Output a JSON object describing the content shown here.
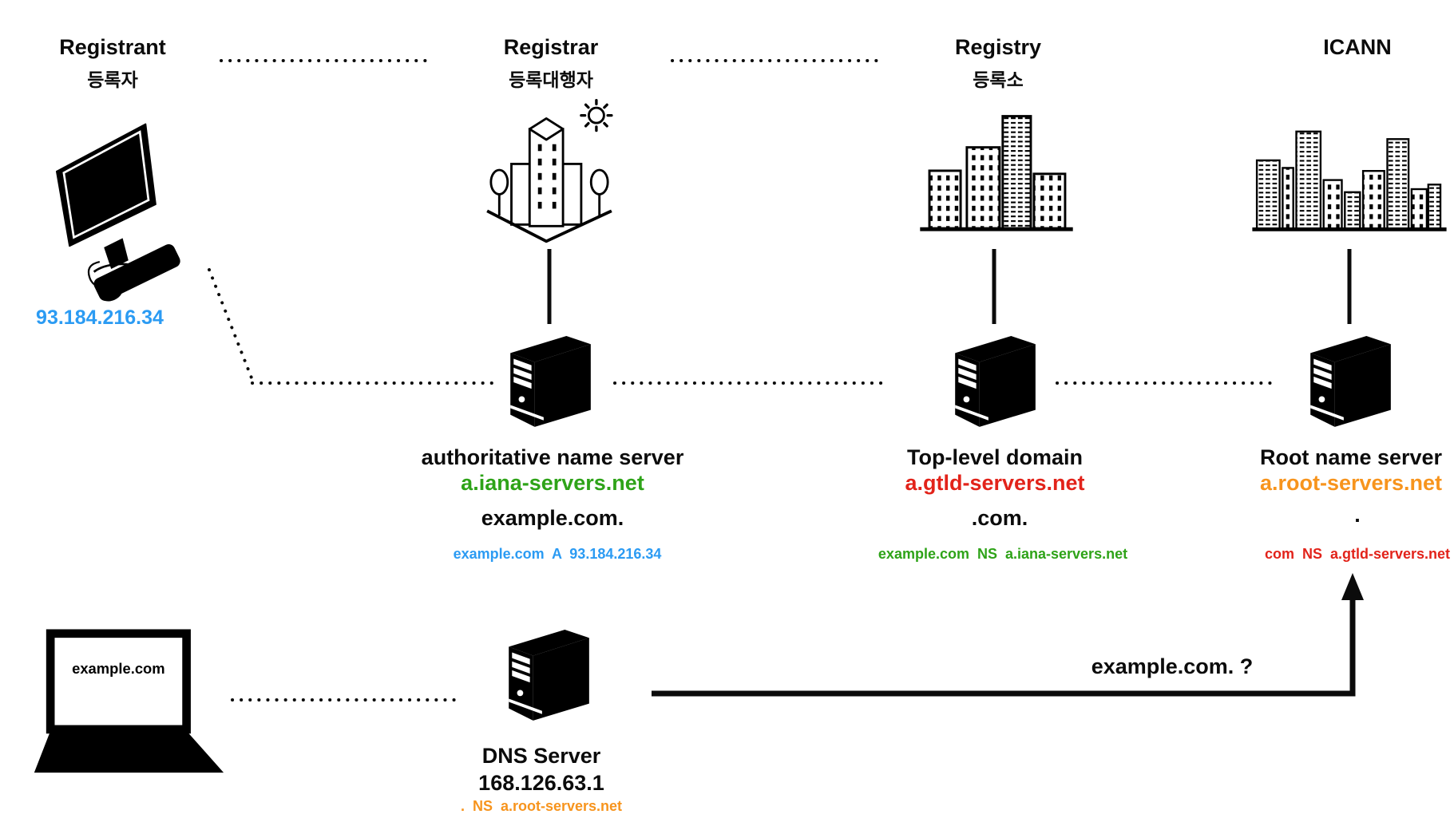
{
  "diagram_title": "Domain registration / DNS resolution diagram",
  "colors": {
    "blue": "#2b9bf3",
    "green": "#2ea318",
    "red": "#e2231a",
    "orange": "#f7941d",
    "ink": "#0b0b0b"
  },
  "columns": {
    "registrant": {
      "title": "Registrant",
      "subtitle": "등록자",
      "ip": "93.184.216.34"
    },
    "registrar": {
      "title": "Registrar",
      "subtitle": "등록대행자",
      "server_role": "authoritative name server",
      "server_host": "a.iana-servers.net",
      "server_zone": "example.com.",
      "record": "example.com  A  93.184.216.34"
    },
    "registry": {
      "title": "Registry",
      "subtitle": "등록소",
      "server_role": "Top-level domain",
      "server_host": "a.gtld-servers.net",
      "server_zone": ".com.",
      "record": "example.com  NS  a.iana-servers.net"
    },
    "icann": {
      "title": "ICANN",
      "server_role": "Root name server",
      "server_host": "a.root-servers.net",
      "server_zone": ".",
      "record": "com  NS  a.gtld-servers.net"
    }
  },
  "bottom": {
    "client_screen": "example.com",
    "dns": {
      "name": "DNS Server",
      "ip": "168.126.63.1",
      "record": ".  NS  a.root-servers.net"
    },
    "query": "example.com. ?"
  },
  "icons": {
    "registrant": "desktop-computer-icon",
    "registrar": "office-building-sun-icon",
    "registry": "city-buildings-icon",
    "icann": "city-skyline-icon",
    "nameserver": "server-tower-icon",
    "client": "laptop-icon",
    "dns_server": "server-tower-icon"
  }
}
